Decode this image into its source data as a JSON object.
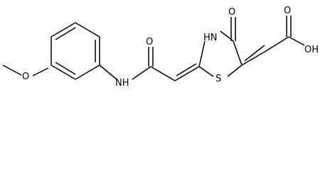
{
  "molecule": {
    "atoms": {
      "methoxy_o": "O",
      "amide_nh": "NH",
      "amide_o": "O",
      "ring_nh": "HN",
      "ring_o": "O",
      "ring_s": "S",
      "acid_o": "O",
      "acid_oh": "OH"
    }
  },
  "colors": {
    "bond": "#000000",
    "background": "#ffffff"
  }
}
